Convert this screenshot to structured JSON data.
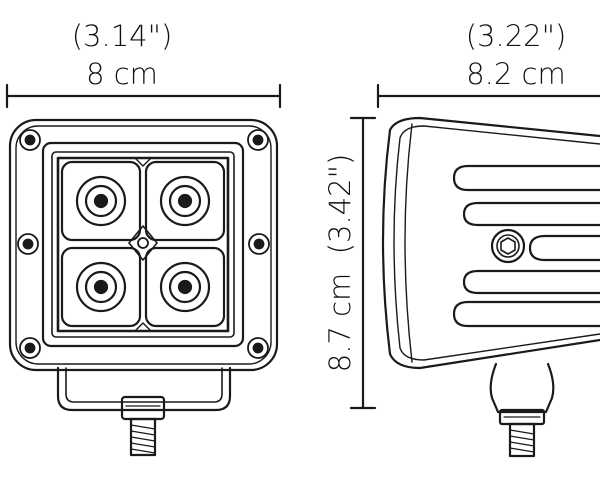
{
  "front_view": {
    "width_inches": "(3.14\")",
    "width_cm": "8 cm"
  },
  "side_view": {
    "depth_inches": "(3.22\")",
    "depth_cm": "8.2 cm",
    "height_text": "8.7 cm  (3.42\")"
  },
  "colors": {
    "line": "#1a1a1a",
    "background": "#ffffff"
  }
}
